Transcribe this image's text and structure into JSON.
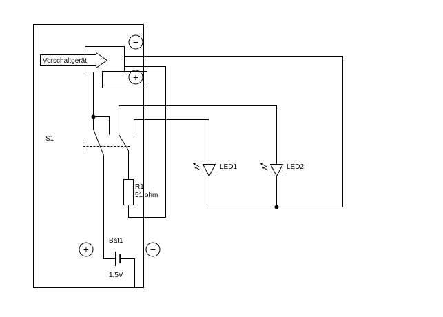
{
  "diagram": {
    "components": {
      "ballast": {
        "label": "Vorschaltgerät",
        "terminal_minus": "−",
        "terminal_plus": "+"
      },
      "switch": {
        "label": "S1"
      },
      "resistor": {
        "ref": "R1",
        "value": "51 ohm"
      },
      "led1": {
        "label": "LED1"
      },
      "led2": {
        "label": "LED2"
      },
      "battery": {
        "ref": "Bat1",
        "voltage": "1,5V",
        "plus_symbol": "+",
        "minus_symbol": "−"
      }
    },
    "colors": {
      "line": "#000000",
      "background": "#ffffff"
    }
  }
}
